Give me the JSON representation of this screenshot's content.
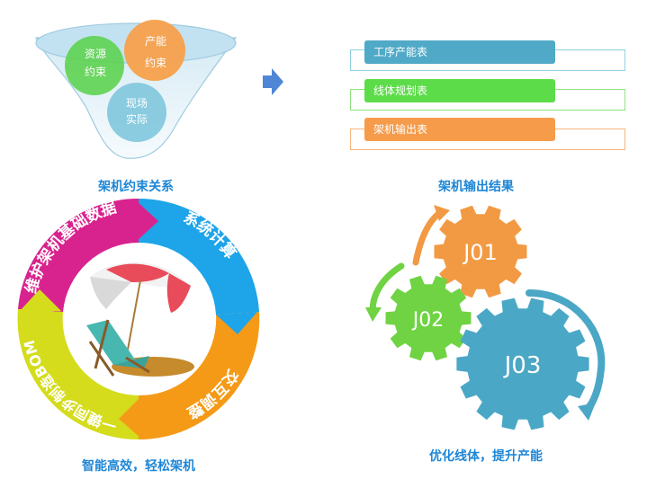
{
  "funnel": {
    "title": "架机约束关系",
    "bubbles": [
      {
        "line1": "资源",
        "line2": "约束",
        "color": "#5bd14c"
      },
      {
        "line1": "产能",
        "line2": "约束",
        "color": "#f7a04b"
      },
      {
        "line1": "现场",
        "line2": "实际",
        "color": "#7fc7dd"
      }
    ]
  },
  "output": {
    "title": "架机输出结果",
    "tables": [
      {
        "label": "工序产能表",
        "color": "#4fa9c7",
        "frame": "#8fd0df"
      },
      {
        "label": "线体规划表",
        "color": "#5ddc4a",
        "frame": "#8fe27f"
      },
      {
        "label": "架机输出表",
        "color": "#f59b4a",
        "frame": "#f6b57d"
      }
    ]
  },
  "cycle": {
    "title": "智能高效，轻松架机",
    "segments": [
      {
        "label": "维护架机基础数据",
        "color": "#d8238e"
      },
      {
        "label": "系统计算",
        "color": "#1ea4e8"
      },
      {
        "label": "交互调整",
        "color": "#f49a17"
      },
      {
        "label": "一键同步制造BOM",
        "color": "#d4dc1c"
      }
    ]
  },
  "gears": {
    "title": "优化线体，提升产能",
    "items": [
      {
        "label": "J01",
        "color": "#f29a43"
      },
      {
        "label": "J02",
        "color": "#6fd343"
      },
      {
        "label": "J03",
        "color": "#4ba7c6"
      }
    ]
  }
}
